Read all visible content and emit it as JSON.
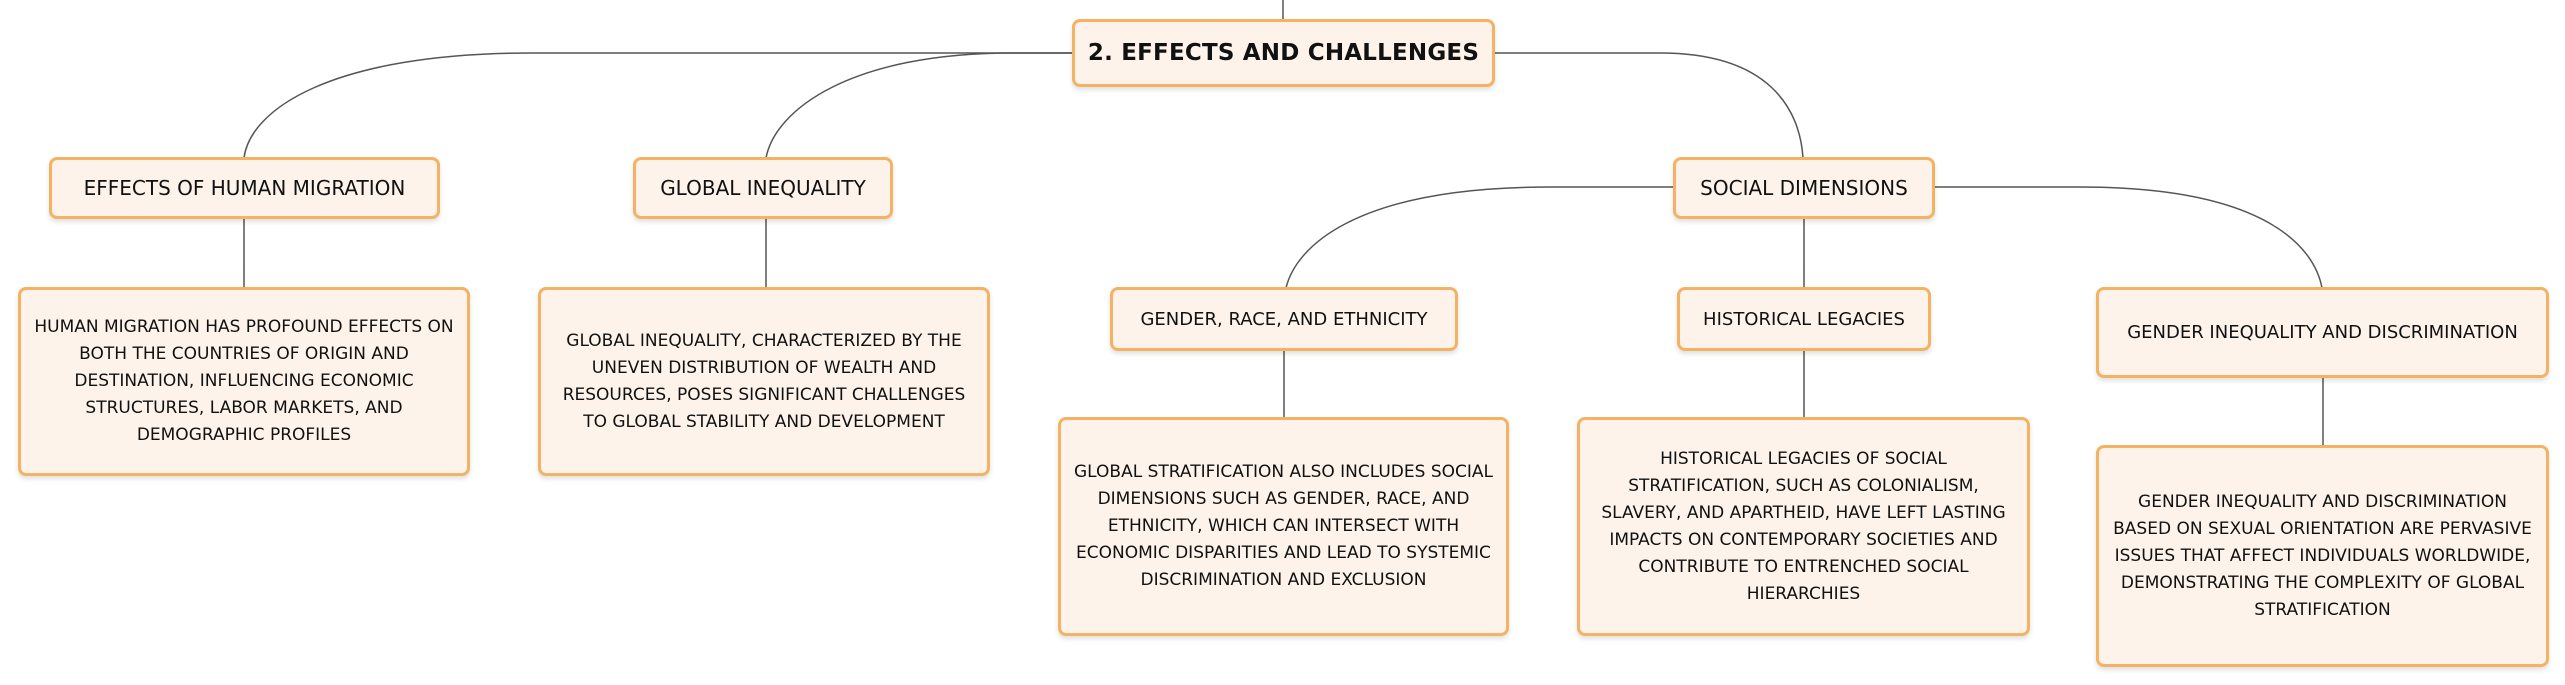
{
  "diagram": {
    "root": "2. EFFECTS AND CHALLENGES",
    "topics": {
      "migration": {
        "label": "EFFECTS OF HUMAN MIGRATION",
        "detail": "HUMAN MIGRATION HAS PROFOUND EFFECTS ON BOTH THE COUNTRIES OF ORIGIN AND DESTINATION, INFLUENCING ECONOMIC STRUCTURES, LABOR MARKETS, AND DEMOGRAPHIC PROFILES"
      },
      "inequality": {
        "label": "GLOBAL INEQUALITY",
        "detail": "GLOBAL INEQUALITY, CHARACTERIZED BY THE UNEVEN DISTRIBUTION OF WEALTH AND RESOURCES, POSES SIGNIFICANT CHALLENGES TO GLOBAL STABILITY AND DEVELOPMENT"
      },
      "social": {
        "label": "SOCIAL DIMENSIONS",
        "children": {
          "gre": {
            "label": "GENDER, RACE, AND ETHNICITY",
            "detail": "GLOBAL STRATIFICATION ALSO INCLUDES SOCIAL DIMENSIONS SUCH AS GENDER, RACE, AND ETHNICITY, WHICH CAN INTERSECT WITH ECONOMIC DISPARITIES AND LEAD TO SYSTEMIC DISCRIMINATION AND EXCLUSION"
          },
          "legacies": {
            "label": "HISTORICAL LEGACIES",
            "detail": "HISTORICAL LEGACIES OF SOCIAL STRATIFICATION, SUCH AS COLONIALISM, SLAVERY, AND APARTHEID, HAVE LEFT LASTING IMPACTS ON CONTEMPORARY SOCIETIES AND CONTRIBUTE TO ENTRENCHED SOCIAL HIERARCHIES"
          },
          "gender": {
            "label": "GENDER INEQUALITY AND DISCRIMINATION",
            "detail": "GENDER INEQUALITY AND DISCRIMINATION BASED ON SEXUAL ORIENTATION ARE PERVASIVE ISSUES THAT AFFECT INDIVIDUALS WORLDWIDE, DEMONSTRATING THE COMPLEXITY OF GLOBAL STRATIFICATION"
          }
        }
      }
    }
  }
}
